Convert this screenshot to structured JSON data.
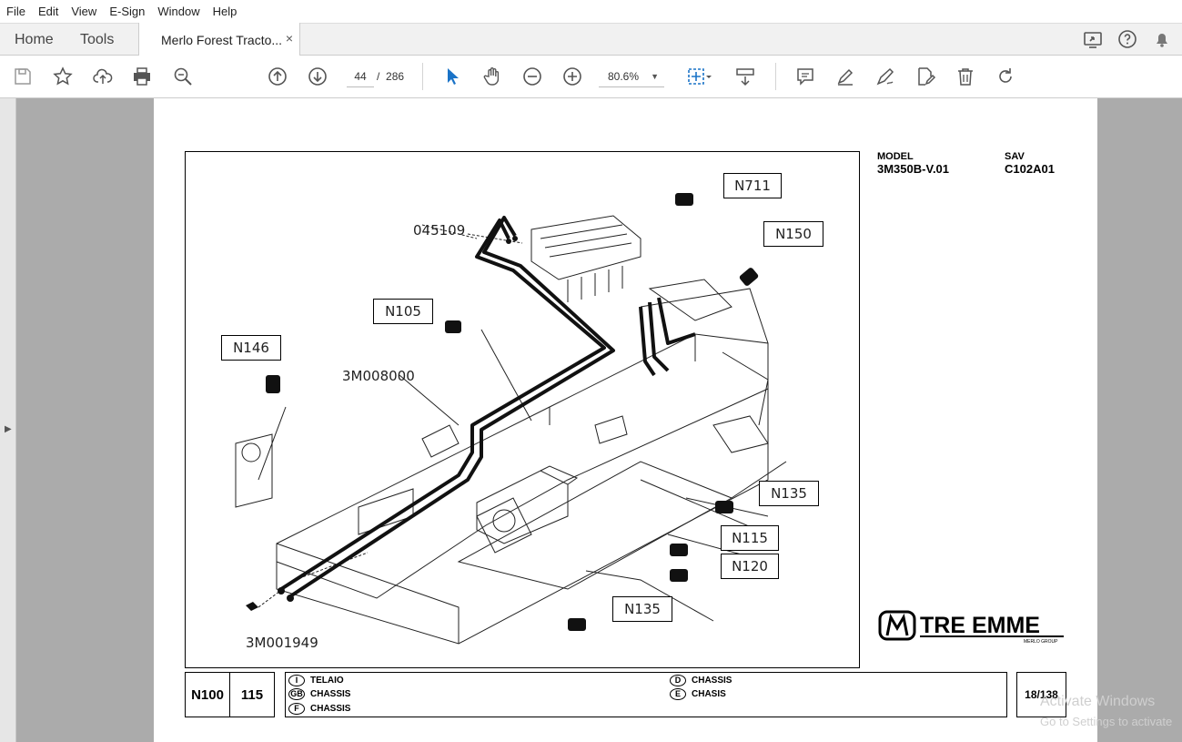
{
  "menu": [
    "File",
    "Edit",
    "View",
    "E-Sign",
    "Window",
    "Help"
  ],
  "tabs": {
    "home": "Home",
    "tools": "Tools",
    "document": "Merlo Forest Tracto...",
    "close": "×"
  },
  "toolbar": {
    "current_page": "44",
    "page_sep": "/",
    "total_pages": "286",
    "zoom": "80.6%"
  },
  "page": {
    "model_label": "MODEL",
    "model_value": "3M350B-V.01",
    "sav_label": "SAV",
    "sav_value": "C102A01",
    "code": "N100",
    "number": "115",
    "page_of": "18/138",
    "brand": "TRE EMME",
    "brand_sub": "MERLO GROUP",
    "langs": [
      {
        "mark": "I",
        "text": "TELAIO"
      },
      {
        "mark": "GB",
        "text": "CHASSIS"
      },
      {
        "mark": "F",
        "text": "CHASSIS"
      },
      {
        "mark": "D",
        "text": "CHASSIS"
      },
      {
        "mark": "E",
        "text": "CHASIS"
      }
    ],
    "callouts": {
      "n711": "N711",
      "n150": "N150",
      "n105": "N105",
      "n146": "N146",
      "n135a": "N135",
      "n115": "N115",
      "n120": "N120",
      "n135b": "N135",
      "part1": "045109",
      "part2": "3M008000",
      "part3": "3M001949"
    }
  },
  "watermark": {
    "line1": "Activate Windows",
    "line2": "Go to Settings to activate"
  }
}
